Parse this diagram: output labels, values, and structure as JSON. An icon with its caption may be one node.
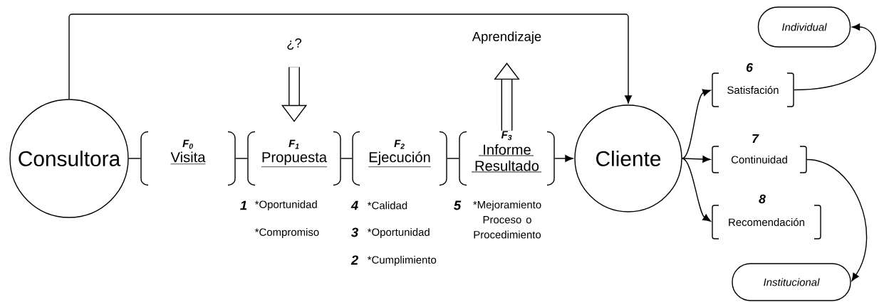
{
  "diagram": {
    "nodes": [
      {
        "text": [
          "Consultora"
        ]
      },
      {
        "text": [
          "F$_{0}$",
          "Visita"
        ]
      },
      {
        "text": [
          "F$_{1}$",
          "Propuesta"
        ]
      },
      {
        "text": [
          "F$_{2}$",
          "Ejecución"
        ]
      },
      {
        "text": [
          "F$_{3}$",
          "Informe Resultado"
        ]
      },
      {
        "text": [
          "Cliente"
        ]
      },
      {
        "text": [
          "Satisfación"
        ],
        "beside": [
          "6"
        ]
      },
      {
        "text": [
          "Continuidad"
        ],
        "beside": [
          "7"
        ]
      },
      {
        "text": [
          "Recomendación"
        ],
        "beside": [
          "8"
        ]
      },
      {
        "text": [
          "Individual"
        ]
      },
      {
        "text": [
          "Institucional"
        ]
      },
      {
        "text": [
          "¿?"
        ]
      },
      {
        "text": [
          "Aprendizaje"
        ]
      }
    ],
    "edges": [
      {
        "from": 0,
        "to": 1,
        "arrow": "none"
      },
      {
        "from": 1,
        "to": 2,
        "arrow": "none"
      },
      {
        "from": 2,
        "to": 3,
        "arrow": "none"
      },
      {
        "from": 3,
        "to": 4,
        "arrow": "none"
      },
      {
        "from": 4,
        "to": 5,
        "arrow": "to"
      },
      {
        "from": 0,
        "to": 5,
        "arrow": "to"
      },
      {
        "from": 5,
        "to": 6,
        "arrow": "to"
      },
      {
        "from": 5,
        "to": 7,
        "arrow": "to"
      },
      {
        "from": 5,
        "to": 8,
        "arrow": "to"
      },
      {
        "from": 6,
        "to": 9,
        "arrow": "to"
      },
      {
        "from": 7,
        "to": 10,
        "arrow": "to"
      },
      {
        "from": 11,
        "to": 2,
        "arrow": "to",
        "style": "thick"
      },
      {
        "from": 4,
        "to": 12,
        "arrow": "to",
        "style": "thick"
      }
    ],
    "labels": [
      "1",
      "*Oportunidad",
      "4",
      "*Calidad",
      "5",
      "*Mejoramiento Proceso o Procedimiento",
      "*Compromiso",
      "3",
      "*Oportunidad",
      "2",
      "*Cumplimiento"
    ]
  }
}
